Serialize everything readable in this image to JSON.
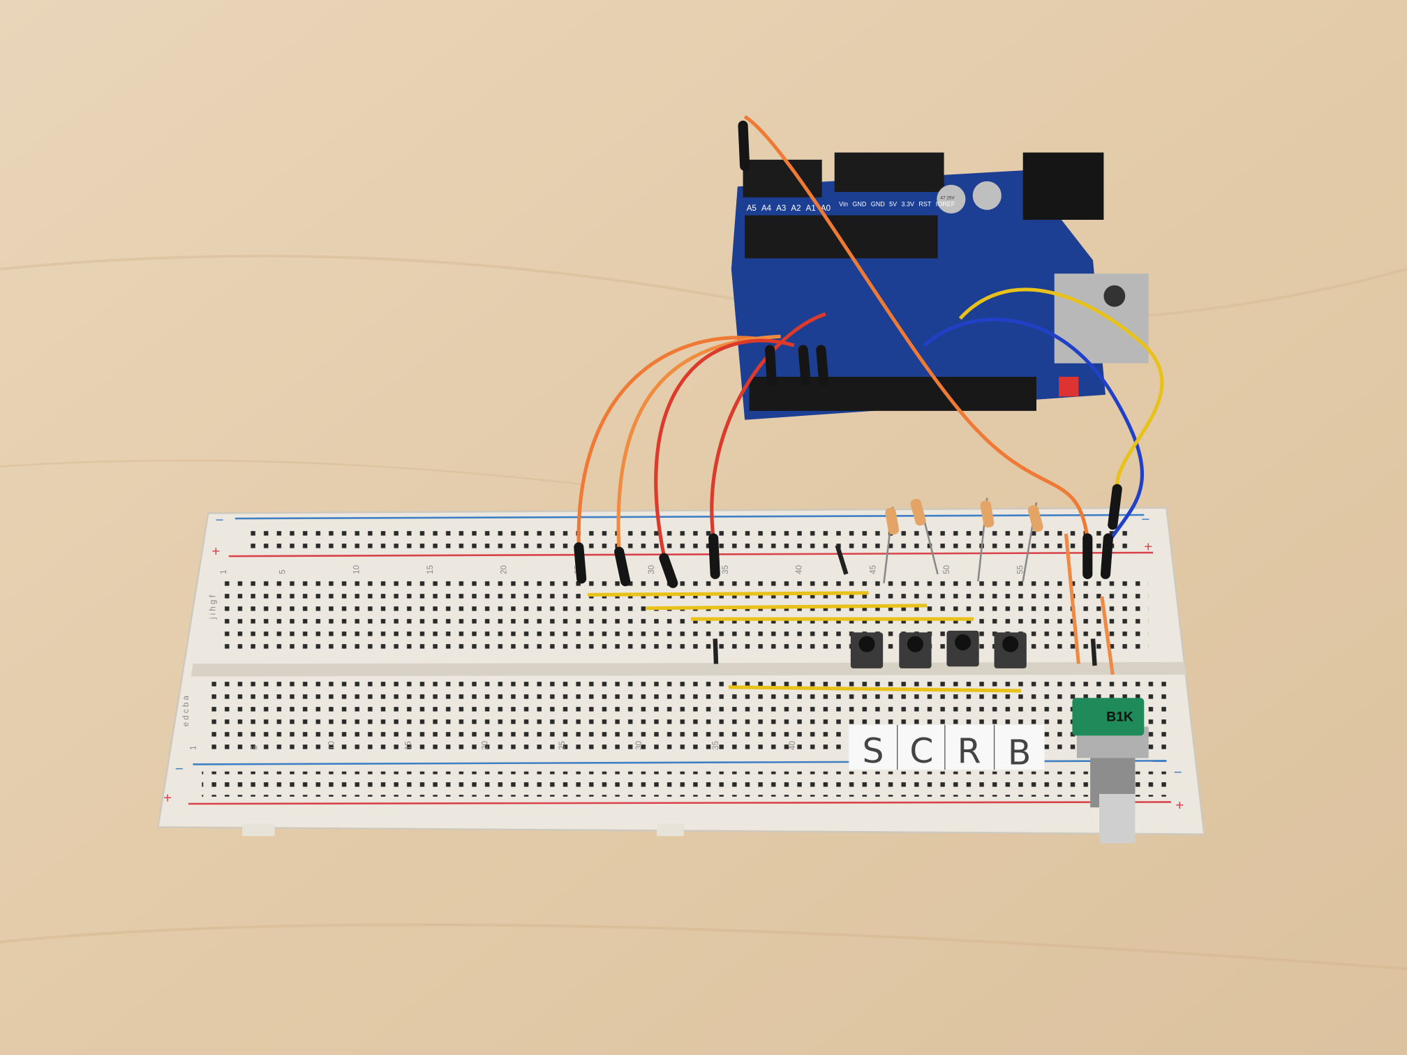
{
  "colors": {
    "wood": "#e6d0b3",
    "breadboard": "#ece8df",
    "arduino_pcb": "#1d3f93",
    "rail_red": "#d9424a",
    "rail_blue": "#3f7fc4",
    "wire_yellow": "#e8c21a",
    "wire_orange": "#ee7a35",
    "wire_red": "#dc3a2a",
    "wire_blue": "#2140c8",
    "pot_green": "#1f8a5a"
  },
  "breadboard": {
    "top_columns": [
      "1",
      "5",
      "10",
      "15",
      "20",
      "25",
      "30",
      "35",
      "40",
      "45",
      "50",
      "55"
    ],
    "bottom_columns": [
      "1",
      "5",
      "10",
      "15",
      "20",
      "25",
      "30",
      "35",
      "40"
    ],
    "rows_top": "j i h g f",
    "rows_bottom": "e d c b a",
    "rail_minus": "−",
    "rail_plus": "+"
  },
  "arduino": {
    "analog_labels": [
      "A5",
      "A4",
      "A3",
      "A2",
      "A1",
      "A0"
    ],
    "power_labels": [
      "Vin",
      "GND",
      "GND",
      "5V",
      "3.3V",
      "RST",
      "IOREF"
    ],
    "capacitor_label": "47 25V"
  },
  "button_labels": [
    "S",
    "C",
    "R",
    "B"
  ],
  "potentiometer": {
    "label": "B1K"
  }
}
